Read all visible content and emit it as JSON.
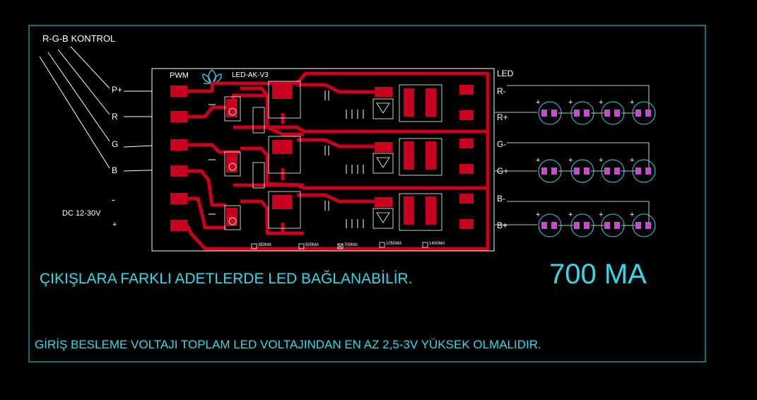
{
  "labels": {
    "rgb_control": "R-G-B KONTROL",
    "pwm": "PWM",
    "board_name": "LED-AK-V3",
    "led": "LED",
    "in_p_plus": "P+",
    "in_r": "R",
    "in_g": "G",
    "in_b": "B",
    "minus": "-",
    "dc_range": "DC  12-30V",
    "plus": "+",
    "out_r_minus": "R-",
    "out_r_plus": "R+",
    "out_g_minus": "G-",
    "out_g_plus": "G+",
    "out_b_minus": "B-",
    "out_b_plus": "B+"
  },
  "current_options": [
    "350MA",
    "500MA",
    "700MA",
    "1050MA",
    "1400MA"
  ],
  "selected_current_index": 2,
  "note_outputs": "ÇIKIŞLARA  FARKLI ADETLERDE LED BAĞLANABİLİR.",
  "current_value": "700 MA",
  "note_voltage": "GİRİŞ BESLEME VOLTAJI TOPLAM LED VOLTAJINDAN EN AZ 2,5-3V YÜKSEK OLMALIDIR.",
  "colors": {
    "background": "#000000",
    "frame": "#39d7e6",
    "trace": "#c8001e",
    "led_pad": "#c050c8",
    "text": "#ffffff",
    "accent_text": "#39d7e6"
  }
}
